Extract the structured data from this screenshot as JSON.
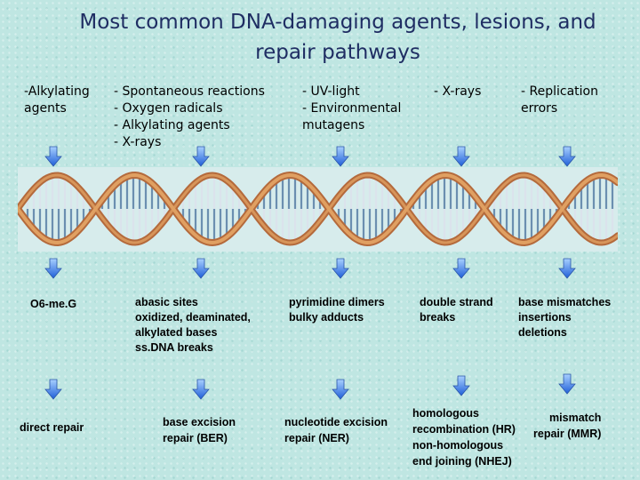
{
  "title": "Most common DNA-damaging agents, lesions, and repair pathways",
  "agents": [
    [
      "-Alkylating",
      "agents"
    ],
    [
      "- Spontaneous reactions",
      "- Oxygen radicals",
      "- Alkylating agents",
      "- X-rays"
    ],
    [
      "- UV-light",
      "- Environmental",
      "mutagens"
    ],
    [
      "- X-rays"
    ],
    [
      "- Replication",
      "errors"
    ]
  ],
  "lesions": [
    [
      "O6-me.G"
    ],
    [
      "abasic sites",
      "oxidized, deaminated,",
      "alkylated bases",
      "ss.DNA breaks"
    ],
    [
      "pyrimidine dimers",
      "bulky adducts"
    ],
    [
      "double strand",
      "breaks"
    ],
    [
      "base mismatches",
      "insertions",
      "deletions"
    ]
  ],
  "repairs": [
    [
      "direct repair"
    ],
    [
      "base excision",
      "repair (BER)"
    ],
    [
      "nucleotide excision",
      "repair (NER)"
    ],
    [
      "homologous",
      "recombination (HR)",
      "non-homologous",
      "end joining (NHEJ)"
    ],
    [
      "mismatch",
      "repair (MMR)"
    ]
  ],
  "colors": {
    "title": "#1f2d63",
    "arrow_top": "#a8d0ff",
    "arrow_bottom": "#1f5fd8",
    "strand_back": "#b46a3c",
    "strand_front": "#e0a062",
    "rung_dark": "#6b8fb0",
    "rung_light": "#dbe3ec"
  },
  "icons": [
    "down-arrow-icon",
    "dna-double-helix-image"
  ]
}
